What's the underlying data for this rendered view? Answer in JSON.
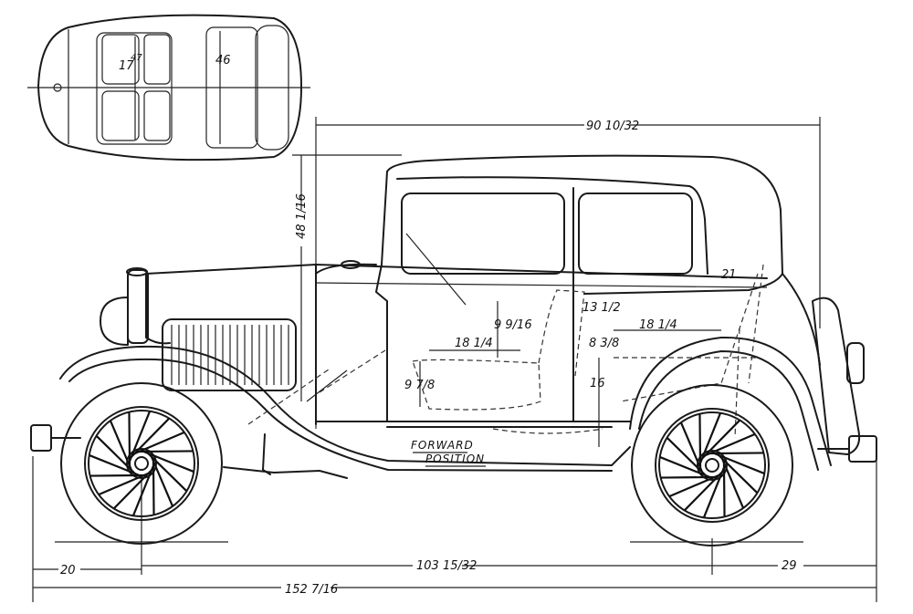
{
  "dimensions": {
    "roof_length": "90 10/32",
    "height": "48 1/16",
    "seat_width_front": "17",
    "seat_width_front_b": "47",
    "seat_width_rear": "46",
    "front_seat_depth": "18 1/4",
    "rear_seat_depth": "18 1/4",
    "seat_height_front": "9 9/16",
    "cushion_height_front": "9 7/8",
    "rear_rake": "13 1/2",
    "rear_cushion": "8 3/8",
    "rear_height": "16",
    "rear_back_angle": "21",
    "front_overhang": "20",
    "wheelbase": "103 15/32",
    "rear_overhang": "29",
    "overall_length": "152 7/16"
  },
  "notes": {
    "forward_line1": "FORWARD",
    "forward_line2": "POSITION"
  }
}
